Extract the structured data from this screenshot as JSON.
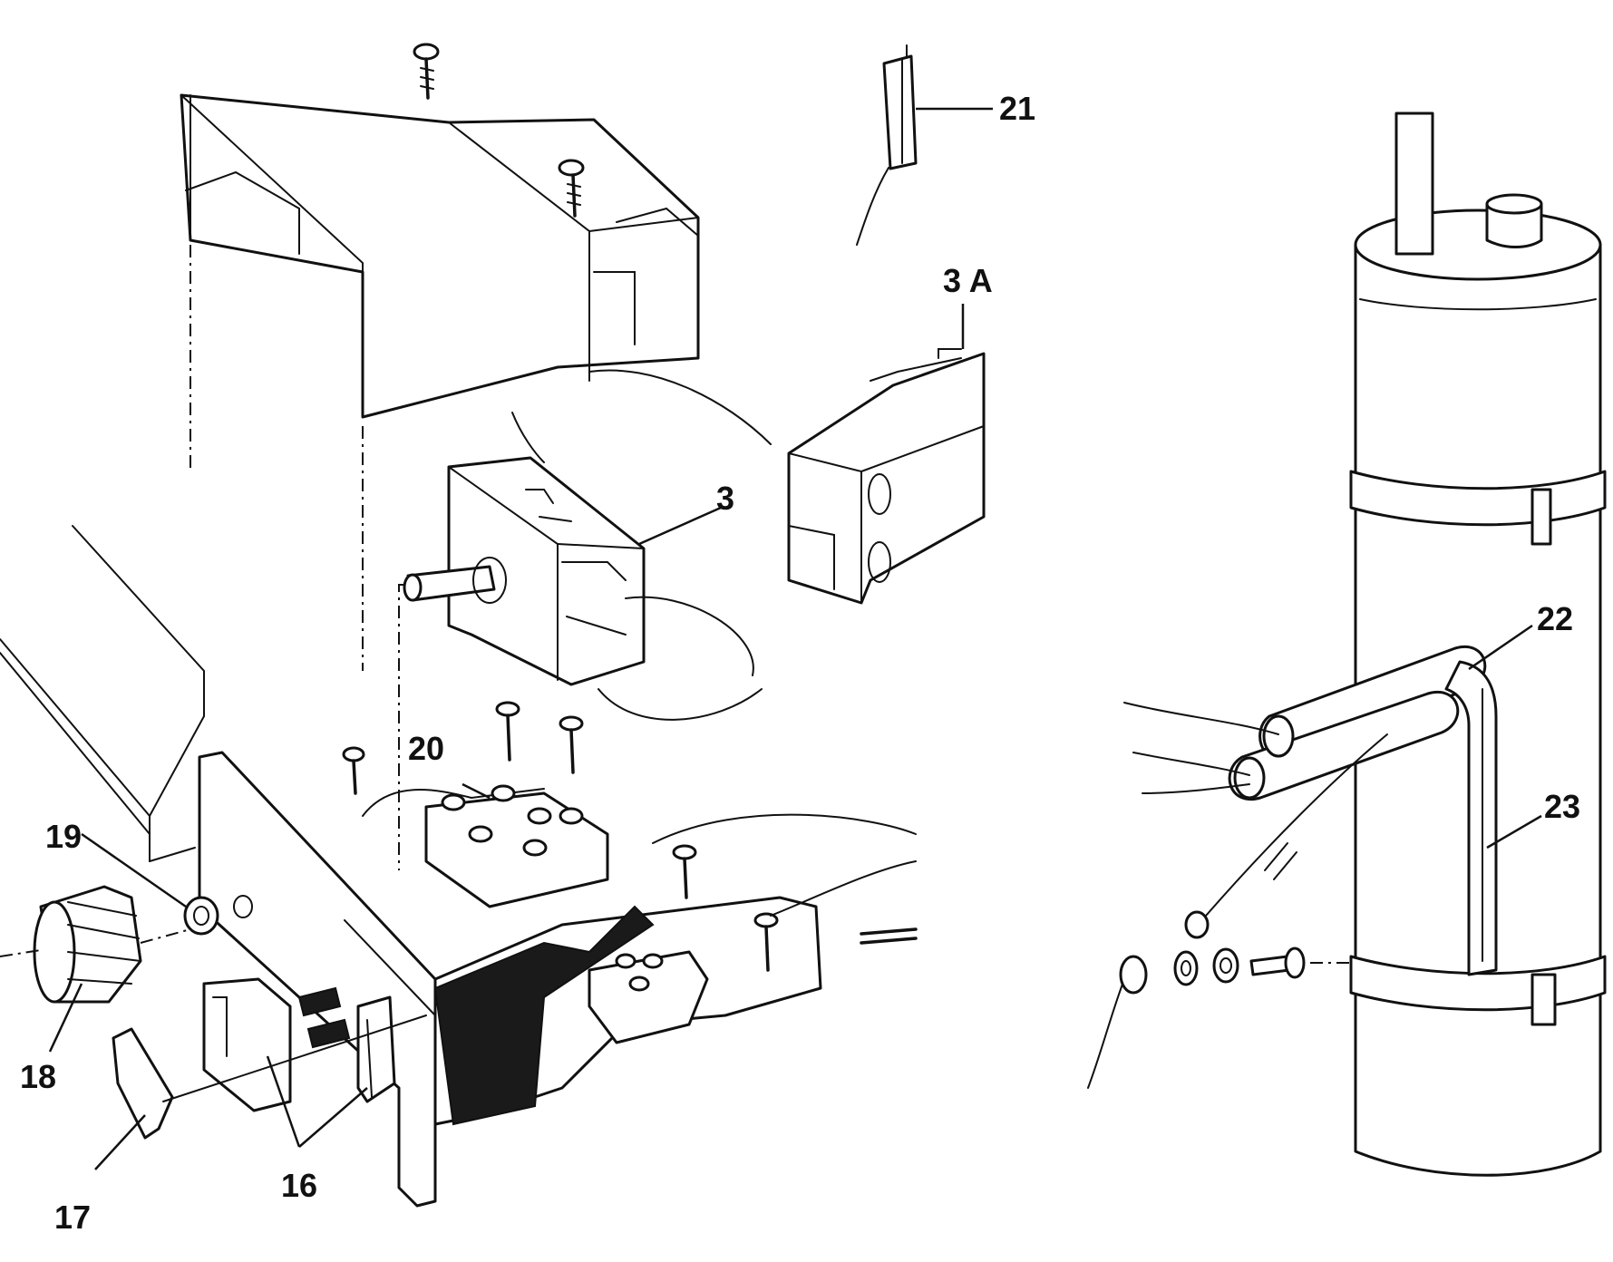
{
  "callouts": {
    "c21": "21",
    "c3a": "3 A",
    "c3": "3",
    "c22": "22",
    "c23": "23",
    "c20": "20",
    "c19": "19",
    "c18": "18",
    "c17": "17",
    "c16": "16"
  }
}
